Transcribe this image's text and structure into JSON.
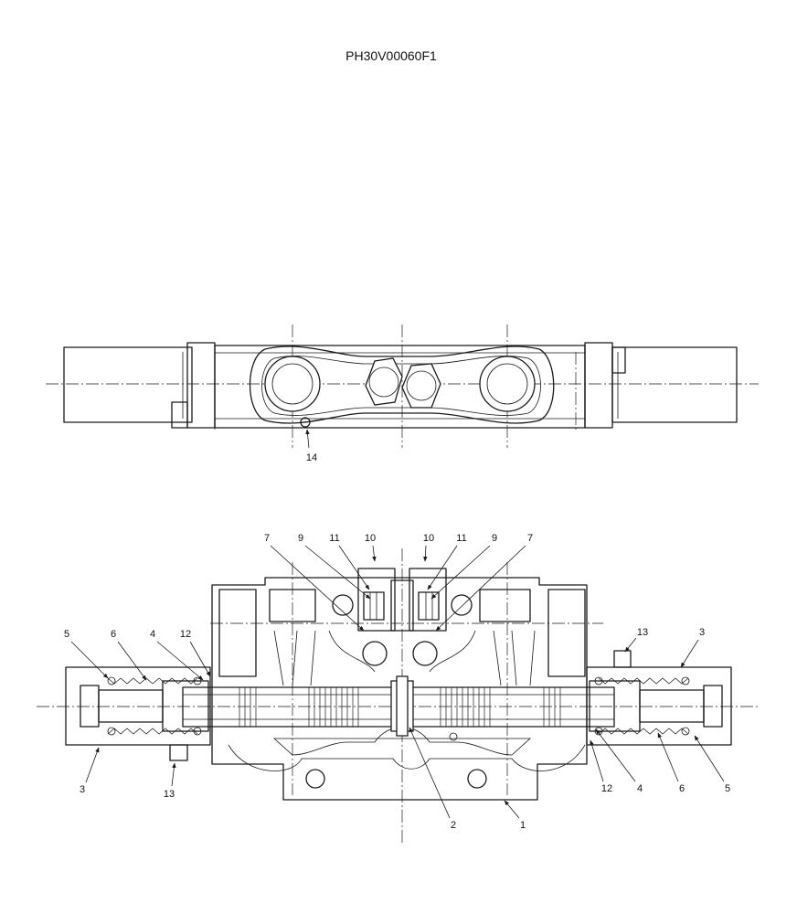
{
  "document": {
    "code": "PH30V00060F1"
  },
  "callouts": {
    "c14": "14",
    "c7a": "7",
    "c9a": "9",
    "c11a": "11",
    "c10a": "10",
    "c10b": "10",
    "c11b": "11",
    "c9b": "9",
    "c7b": "7",
    "c5a": "5",
    "c6a": "6",
    "c4a": "4",
    "c12a": "12",
    "c13a": "13",
    "c3a": "3",
    "c3b": "3",
    "c13b": "13",
    "c2": "2",
    "c1": "1",
    "c12b": "12",
    "c4b": "4",
    "c6b": "6",
    "c5b": "5"
  }
}
